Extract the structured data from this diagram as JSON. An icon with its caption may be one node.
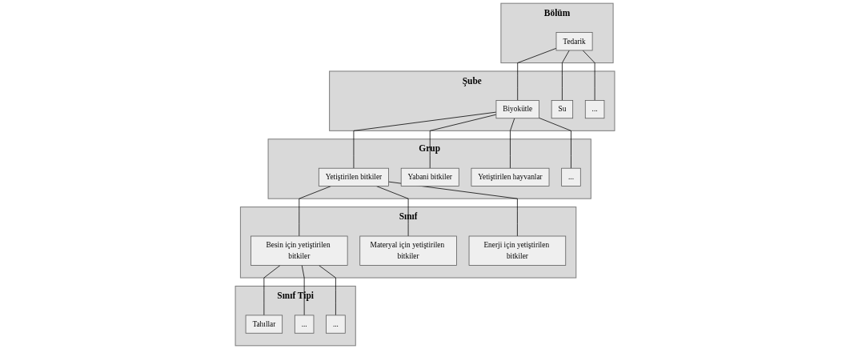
{
  "diagram": {
    "nodes": [
      {
        "text": [
          "Bölüm"
        ]
      },
      {
        "text": [
          "Tedarik"
        ],
        "in": 0
      },
      {
        "text": [
          "Şube"
        ]
      },
      {
        "text": [
          "Biyokütle"
        ],
        "in": 2
      },
      {
        "text": [
          "Su"
        ],
        "in": 2
      },
      {
        "text": [
          "..."
        ],
        "in": 2
      },
      {
        "text": [
          "Grup"
        ]
      },
      {
        "text": [
          "Yetiştirilen bitkiler"
        ],
        "in": 6
      },
      {
        "text": [
          "Yabani bitkiler"
        ],
        "in": 6
      },
      {
        "text": [
          "Yetiştirilen hayvanlar"
        ],
        "in": 6
      },
      {
        "text": [
          "..."
        ],
        "in": 6
      },
      {
        "text": [
          "Sınıf"
        ]
      },
      {
        "text": [
          "Besin için yetiştirilen bitkiler"
        ],
        "in": 11
      },
      {
        "text": [
          "Materyal için yetiştirilen bitkiler"
        ],
        "in": 11
      },
      {
        "text": [
          "Enerji için yetiştirilen bitkiler"
        ],
        "in": 11
      },
      {
        "text": [
          "Sınıf Tipi"
        ]
      },
      {
        "text": [
          "Tahıllar"
        ],
        "in": 15
      },
      {
        "text": [
          "..."
        ],
        "in": 15
      },
      {
        "text": [
          "..."
        ],
        "in": 15
      }
    ],
    "edges": [
      {
        "from": 1,
        "to": 3,
        "arrow": "none"
      },
      {
        "from": 1,
        "to": 4,
        "arrow": "none"
      },
      {
        "from": 1,
        "to": 5,
        "arrow": "none"
      },
      {
        "from": 3,
        "to": 7,
        "arrow": "none"
      },
      {
        "from": 3,
        "to": 8,
        "arrow": "none"
      },
      {
        "from": 3,
        "to": 9,
        "arrow": "none"
      },
      {
        "from": 3,
        "to": 10,
        "arrow": "none"
      },
      {
        "from": 7,
        "to": 12,
        "arrow": "none"
      },
      {
        "from": 7,
        "to": 13,
        "arrow": "none"
      },
      {
        "from": 7,
        "to": 14,
        "arrow": "none"
      },
      {
        "from": 12,
        "to": 16,
        "arrow": "none"
      },
      {
        "from": 12,
        "to": 17,
        "arrow": "none"
      },
      {
        "from": 12,
        "to": 18,
        "arrow": "none"
      }
    ]
  }
}
